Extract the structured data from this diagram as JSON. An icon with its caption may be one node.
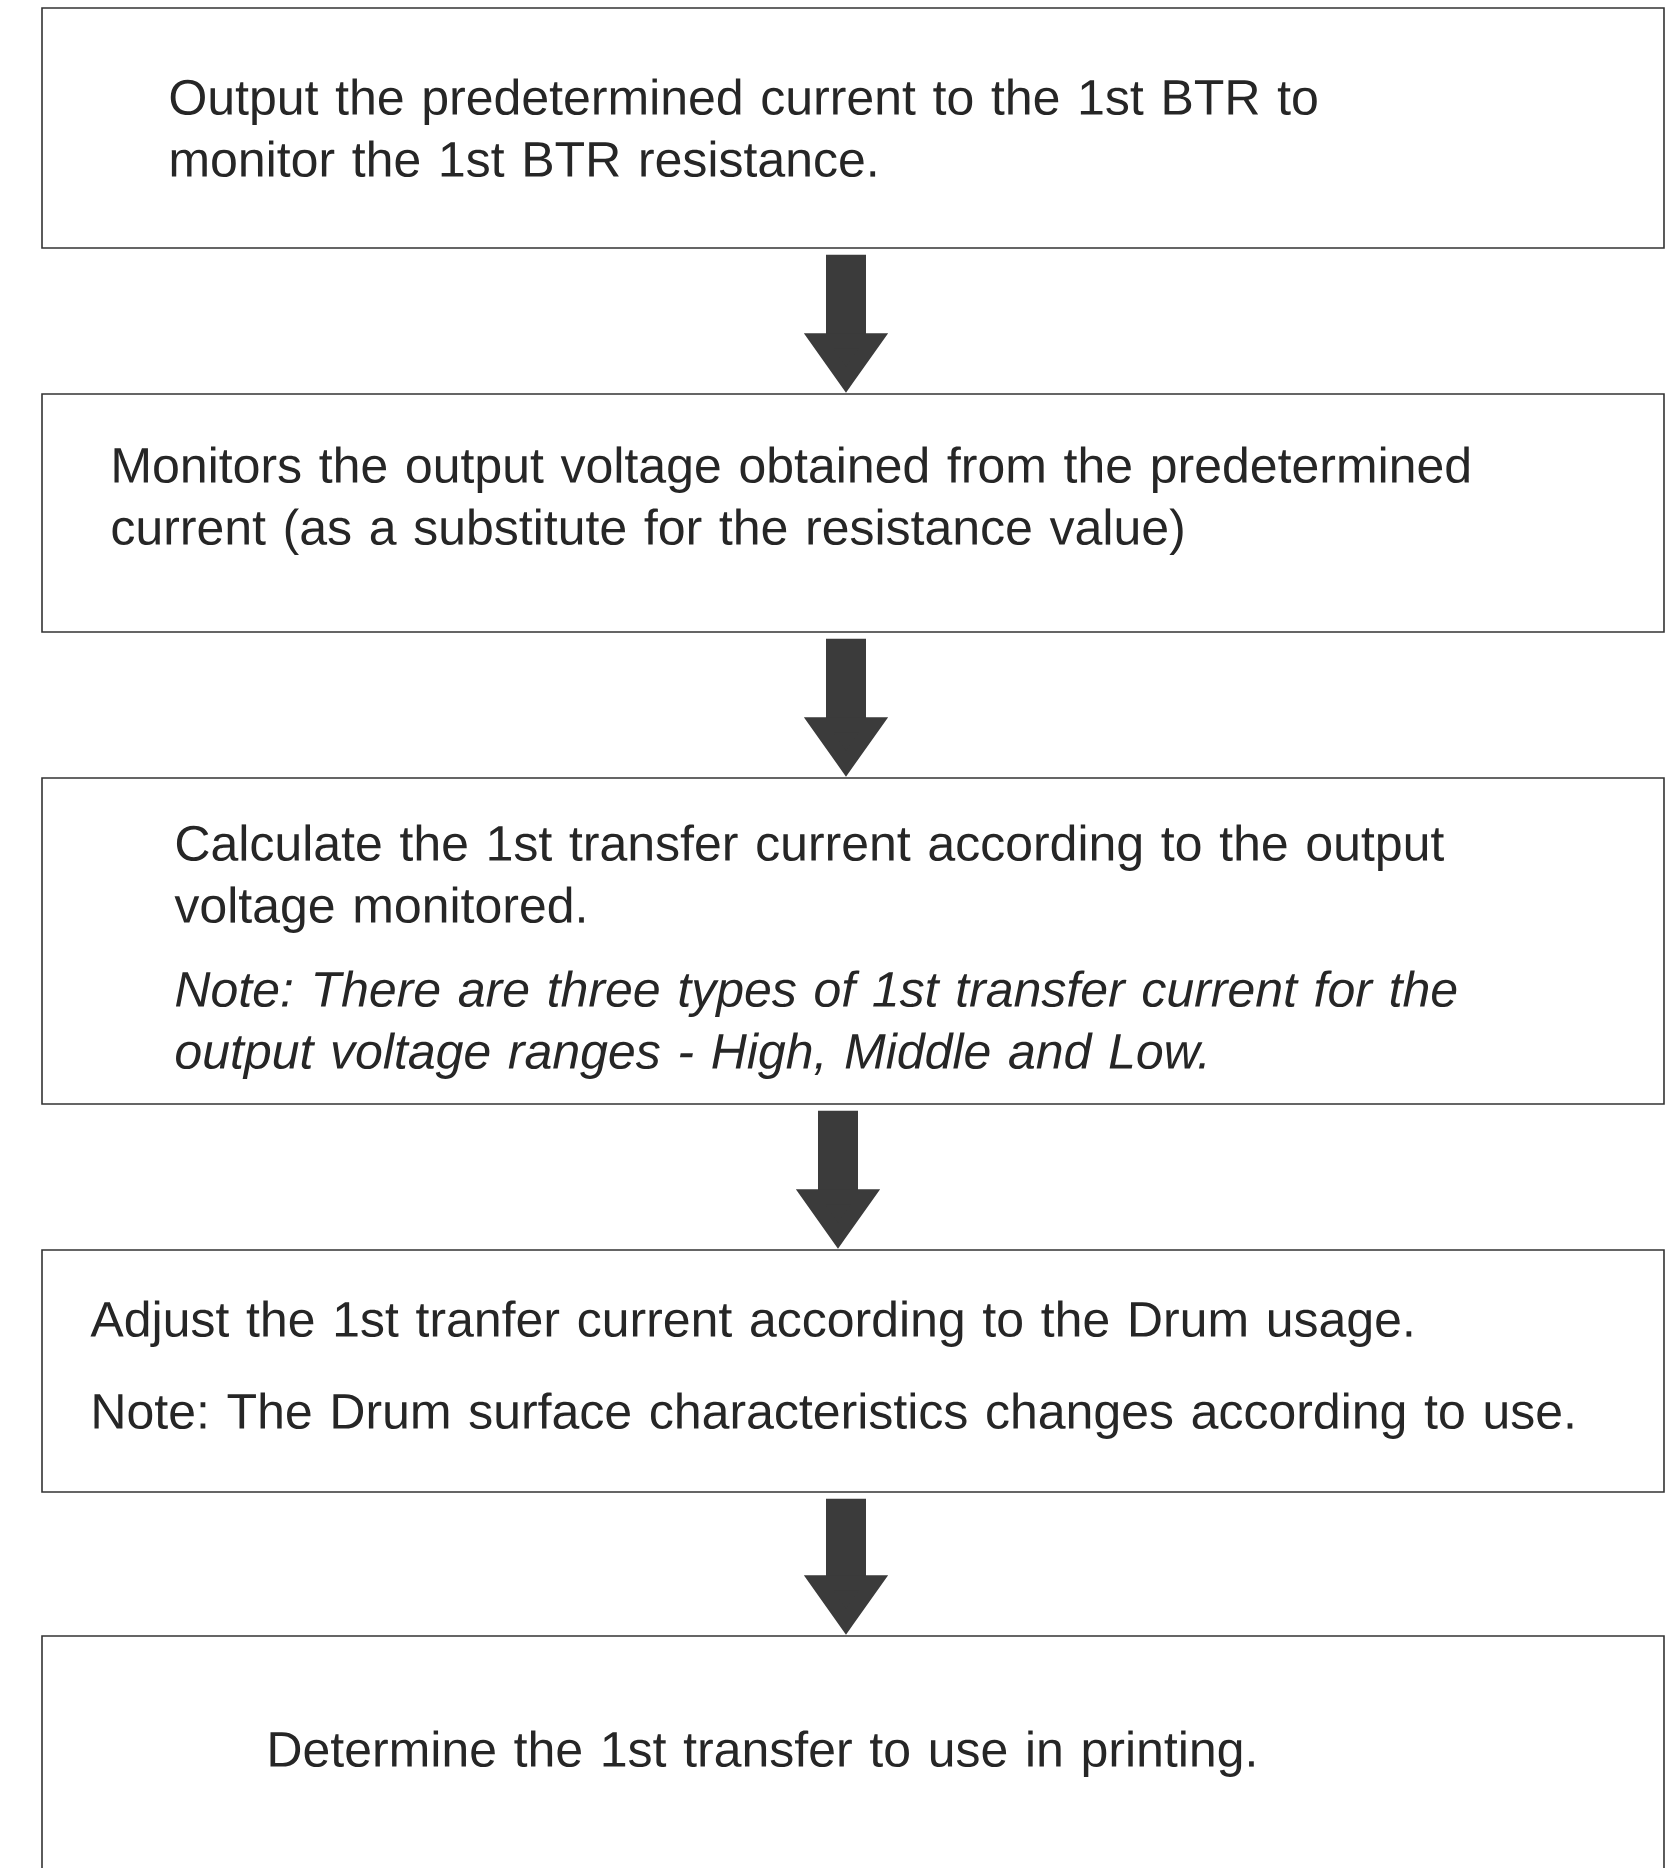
{
  "diagram": {
    "nodes": [
      {
        "text": [
          "Output the predetermined current to the 1st BTR to monitor the 1st BTR resistance."
        ]
      },
      {
        "text": [
          "Monitors the output voltage obtained from the predetermined current (as a substitute for the resistance value)"
        ]
      },
      {
        "text": [
          "Calculate the 1st transfer current according to the output voltage monitored.",
          "Note: There are three types of 1st transfer current for the output voltage ranges - High, Middle and Low."
        ]
      },
      {
        "text": [
          "Adjust the 1st tranfer current according to the Drum usage.",
          "Note: The Drum surface characteristics changes according to use."
        ]
      },
      {
        "text": [
          "Determine the 1st transfer to use in printing."
        ]
      }
    ],
    "edges": [
      {
        "from": 0,
        "to": 1,
        "arrow": "to"
      },
      {
        "from": 1,
        "to": 2,
        "arrow": "to"
      },
      {
        "from": 2,
        "to": 3,
        "arrow": "to"
      },
      {
        "from": 3,
        "to": 4,
        "arrow": "to"
      }
    ]
  }
}
